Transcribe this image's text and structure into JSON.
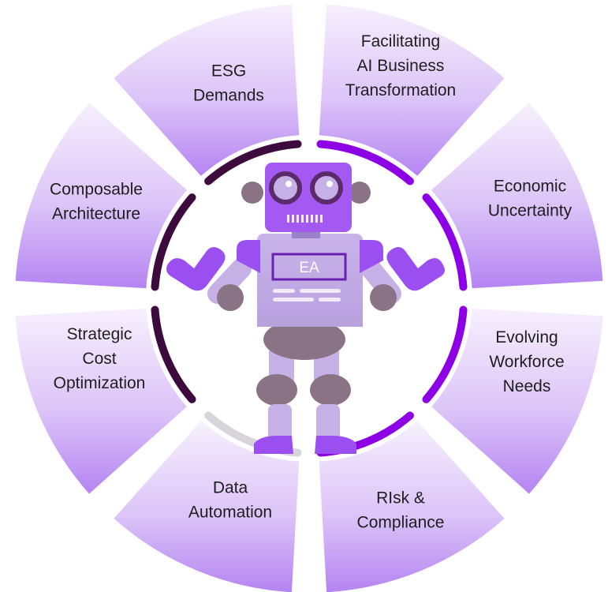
{
  "segments": [
    {
      "id": "esg",
      "lines": [
        "ESG",
        "Demands"
      ]
    },
    {
      "id": "ai",
      "lines": [
        "Facilitating",
        "AI Business",
        "Transformation"
      ]
    },
    {
      "id": "economic",
      "lines": [
        "Economic",
        "Uncertainty"
      ]
    },
    {
      "id": "workforce",
      "lines": [
        "Evolving",
        "Workforce",
        "Needs"
      ]
    },
    {
      "id": "risk",
      "lines": [
        "RIsk &",
        "Compliance"
      ]
    },
    {
      "id": "data",
      "lines": [
        "Data",
        "Automation"
      ]
    },
    {
      "id": "cost",
      "lines": [
        "Strategic",
        "Cost",
        "Optimization"
      ]
    },
    {
      "id": "composable",
      "lines": [
        "Composable",
        "Architecture"
      ]
    }
  ],
  "robot": {
    "badge": "EA"
  },
  "colors": {
    "segment_light": "#f6eefd",
    "segment_dark": "#b382f2",
    "ring_purple": "#8d00e6",
    "ring_dark": "#3d0a3d",
    "ring_grey": "#d8d4dc",
    "robot_violet": "#9b4ff0",
    "robot_lavender": "#c6b1e6",
    "robot_grey": "#8a7385"
  }
}
